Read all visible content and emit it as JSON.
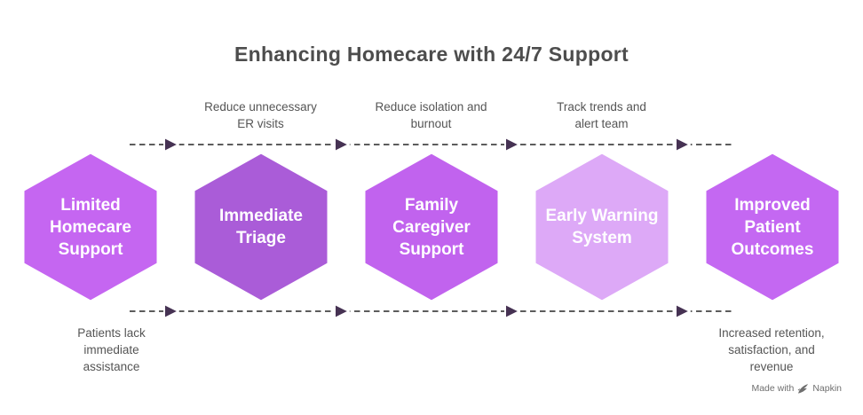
{
  "title": "Enhancing Homecare with 24/7 Support",
  "nodes": [
    {
      "label": "Limited Homecare Support",
      "lines": [
        "Limited",
        "Homecare",
        "Support"
      ],
      "color": "#c566f1"
    },
    {
      "label": "Immediate Triage",
      "lines": [
        "Immediate",
        "Triage"
      ],
      "color": "#aa5cd8"
    },
    {
      "label": "Family Caregiver Support",
      "lines": [
        "Family",
        "Caregiver",
        "Support"
      ],
      "color": "#c163ee"
    },
    {
      "label": "Early Warning System",
      "lines": [
        "Early Warning",
        "System"
      ],
      "color": "#dda9f7"
    },
    {
      "label": "Improved Patient Outcomes",
      "lines": [
        "Improved",
        "Patient",
        "Outcomes"
      ],
      "color": "#c468f2"
    }
  ],
  "edge_labels_top": [
    {
      "text": "Reduce unnecessary ER visits",
      "lines": [
        "Reduce unnecessary",
        "ER visits"
      ]
    },
    {
      "text": "Reduce isolation and burnout",
      "lines": [
        "Reduce isolation and",
        "burnout"
      ]
    },
    {
      "text": "Track trends and alert team",
      "lines": [
        "Track trends and",
        "alert team"
      ]
    }
  ],
  "edge_labels_bottom": [
    {
      "text": "Patients lack immediate assistance",
      "lines": [
        "Patients lack",
        "immediate",
        "assistance"
      ]
    },
    {
      "text": "Increased retention, satisfaction, and revenue",
      "lines": [
        "Increased retention,",
        "satisfaction, and",
        "revenue"
      ]
    }
  ],
  "watermark": {
    "prefix": "Made with",
    "brand": "Napkin"
  },
  "colors": {
    "background": "#ffffff",
    "title": "#4d4d4d",
    "edge_label": "#555555",
    "node_text": "#ffffff",
    "node_border": "#ffffff",
    "dashed_line": "#5c5c5c",
    "arrowhead_fill": "#463253",
    "arrowhead_stroke": "#ffffff",
    "watermark": "#6f6f6f"
  }
}
